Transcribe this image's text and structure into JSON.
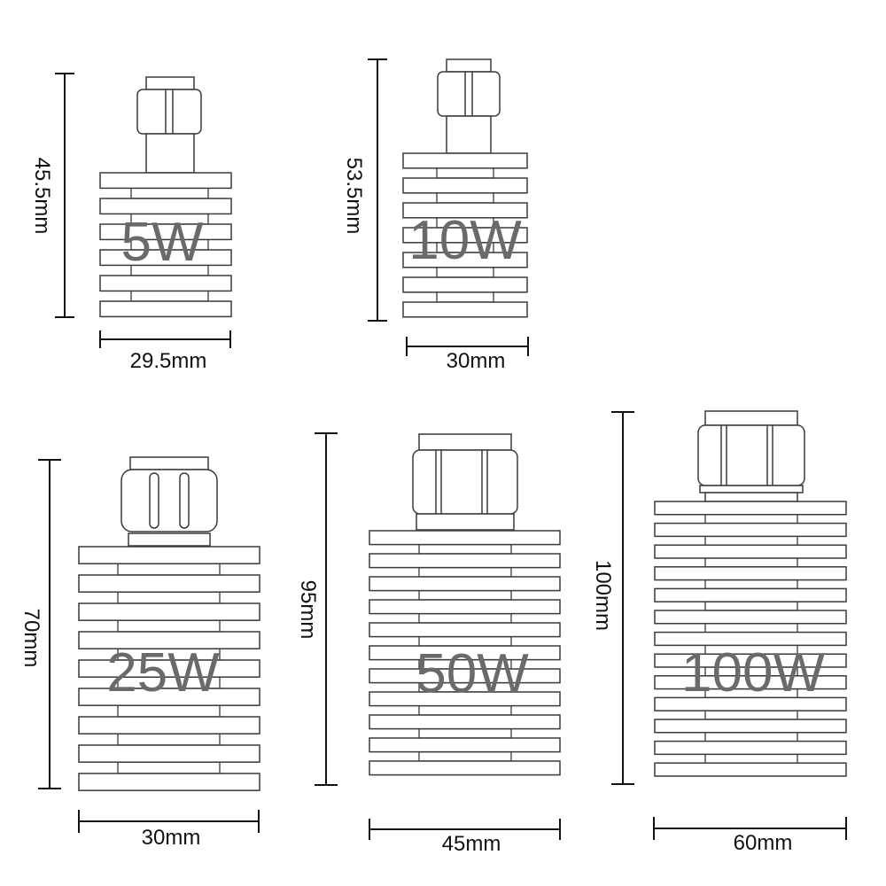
{
  "colors": {
    "outline": "#3a3a3a",
    "dimension_line": "#111111",
    "power_label": "#6a6a6a",
    "fill": "#ffffff"
  },
  "attenuators": [
    {
      "power": "5W",
      "height": "45.5mm",
      "width": "29.5mm",
      "fins": 6
    },
    {
      "power": "10W",
      "height": "53.5mm",
      "width": "30mm",
      "fins": 7
    },
    {
      "power": "25W",
      "height": "70mm",
      "width": "30mm",
      "fins": 9
    },
    {
      "power": "50W",
      "height": "95mm",
      "width": "45mm",
      "fins": 11
    },
    {
      "power": "100W",
      "height": "100mm",
      "width": "60mm",
      "fins": 13
    }
  ]
}
